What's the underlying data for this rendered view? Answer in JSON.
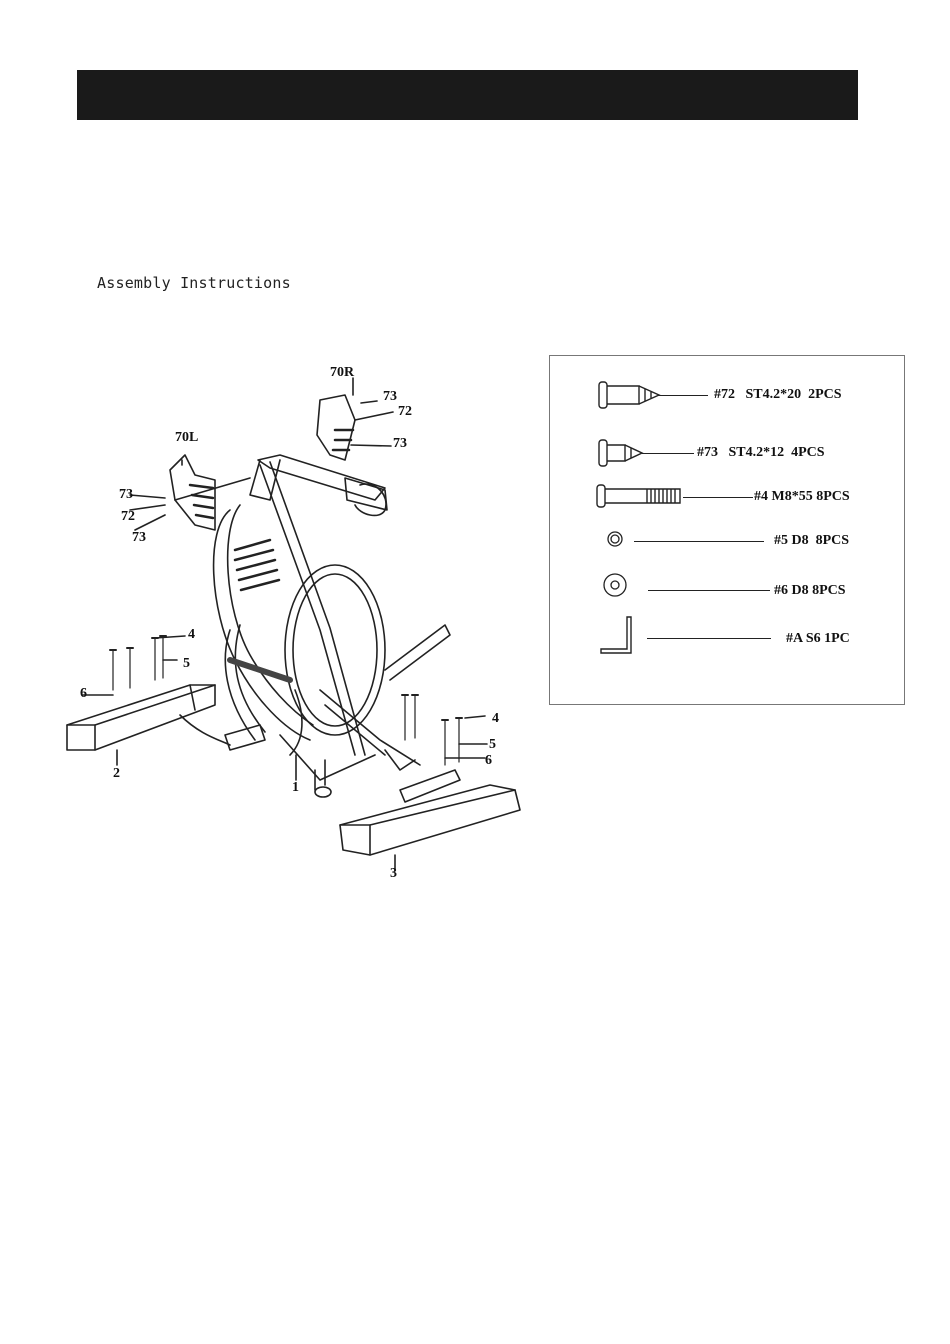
{
  "section_title": "Assembly Instructions",
  "diagram_callouts": {
    "c70r": "70R",
    "c70l": "70L",
    "c73_a": "73",
    "c72_a": "72",
    "c73_b": "73",
    "c73_c": "73",
    "c72_b": "72",
    "c73_d": "73",
    "c4_left": "4",
    "c5_left": "5",
    "c6_left": "6",
    "c2": "2",
    "c1": "1",
    "c4_right": "4",
    "c5_right": "5",
    "c6_right": "6",
    "c3": "3"
  },
  "parts": [
    {
      "label": "#72   ST4.2*20  2PCS",
      "icon": "self-tapping-screw-long-icon"
    },
    {
      "label": "#73   ST4.2*12  4PCS",
      "icon": "self-tapping-screw-short-icon"
    },
    {
      "label": "#4 M8*55 8PCS",
      "icon": "bolt-icon"
    },
    {
      "label": "#5 D8  8PCS",
      "icon": "spring-washer-icon"
    },
    {
      "label": "#6 D8 8PCS",
      "icon": "flat-washer-icon"
    },
    {
      "label": "#A S6 1PC",
      "icon": "allen-key-icon"
    }
  ]
}
